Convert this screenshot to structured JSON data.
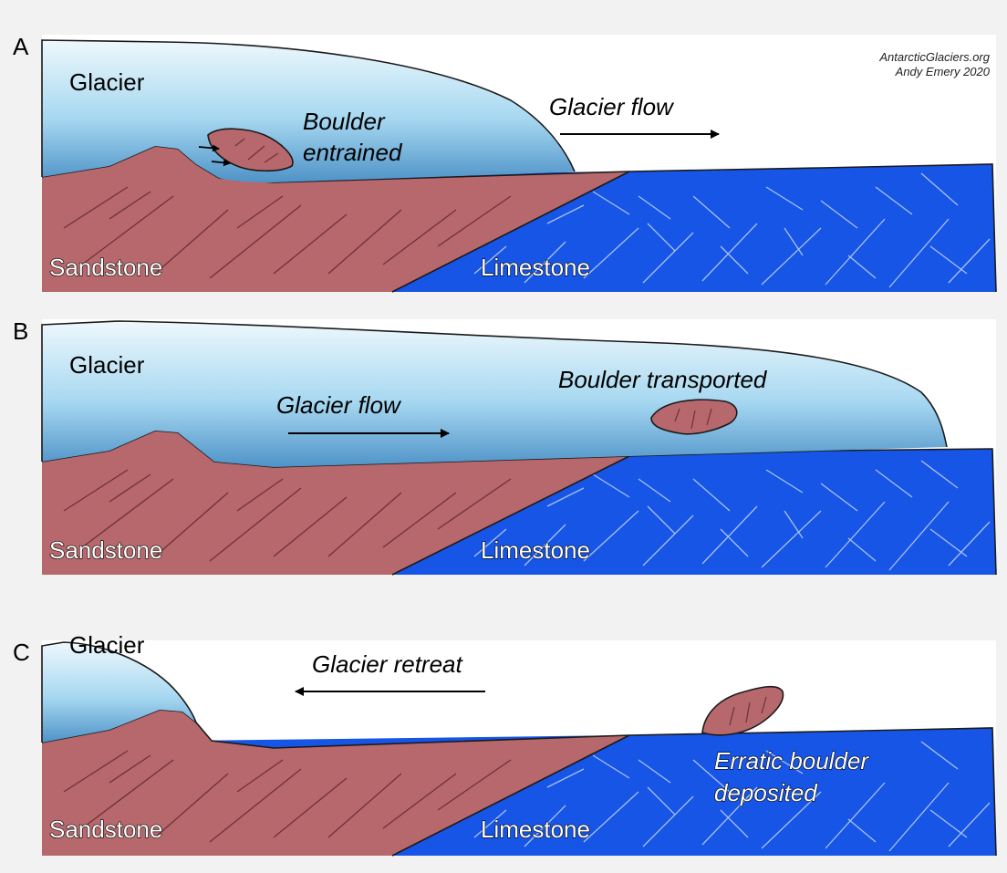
{
  "credits": {
    "line1": "AntarcticGlaciers.org",
    "line2": "Andy Emery 2020"
  },
  "colors": {
    "sandstone": "#b6686c",
    "limestone": "#1655e6",
    "glacier_top": "#dff2fa",
    "glacier_bottom": "#6fb9e4",
    "background": "#f2f2f2"
  },
  "panels": [
    {
      "letter": "A",
      "glacier_label": "Glacier",
      "flow_label": "Glacier flow",
      "boulder_label_1": "Boulder",
      "boulder_label_2": "entrained",
      "sandstone_label": "Sandstone",
      "limestone_label": "Limestone"
    },
    {
      "letter": "B",
      "glacier_label": "Glacier",
      "flow_label": "Glacier flow",
      "boulder_label": "Boulder transported",
      "sandstone_label": "Sandstone",
      "limestone_label": "Limestone"
    },
    {
      "letter": "C",
      "glacier_label": "Glacier",
      "retreat_label": "Glacier retreat",
      "erratic_label_1": "Erratic boulder",
      "erratic_label_2": "deposited",
      "sandstone_label": "Sandstone",
      "limestone_label": "Limestone"
    }
  ]
}
